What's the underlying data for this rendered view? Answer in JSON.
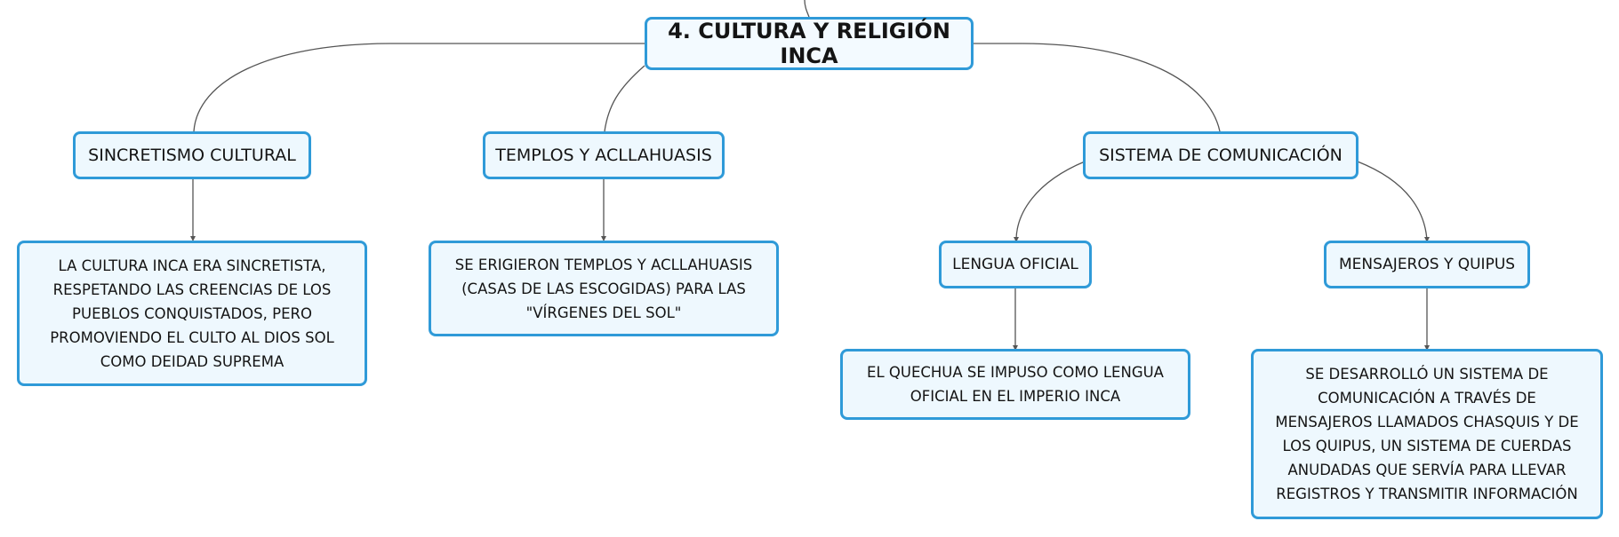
{
  "root": {
    "title": "4. CULTURA Y RELIGIÓN INCA"
  },
  "branches": {
    "sincretismo": {
      "label": "SINCRETISMO CULTURAL",
      "detail": "LA CULTURA INCA ERA SINCRETISTA, RESPETANDO LAS CREENCIAS DE LOS PUEBLOS CONQUISTADOS, PERO PROMOVIENDO EL CULTO AL DIOS SOL COMO DEIDAD SUPREMA"
    },
    "templos": {
      "label": "TEMPLOS Y ACLLAHUASIS",
      "detail": "SE ERIGIERON TEMPLOS Y ACLLAHUASIS (CASAS DE LAS ESCOGIDAS) PARA LAS \"VÍRGENES DEL SOL\""
    },
    "comunicacion": {
      "label": "SISTEMA DE COMUNICACIÓN",
      "lengua": {
        "label": "LENGUA OFICIAL",
        "detail": "EL QUECHUA SE IMPUSO COMO LENGUA OFICIAL EN EL IMPERIO INCA"
      },
      "mensajeros": {
        "label": "MENSAJEROS Y QUIPUS",
        "detail": "SE DESARROLLÓ UN SISTEMA DE COMUNICACIÓN A TRAVÉS DE MENSAJEROS LLAMADOS CHASQUIS Y DE LOS QUIPUS, UN SISTEMA DE CUERDAS ANUDADAS QUE SERVÍA PARA LLEVAR REGISTROS Y TRANSMITIR INFORMACIÓN"
      }
    }
  },
  "colors": {
    "node_border": "#2f9ad8",
    "node_fill": "#eef8fe",
    "connector": "#555555",
    "text": "#141414"
  }
}
